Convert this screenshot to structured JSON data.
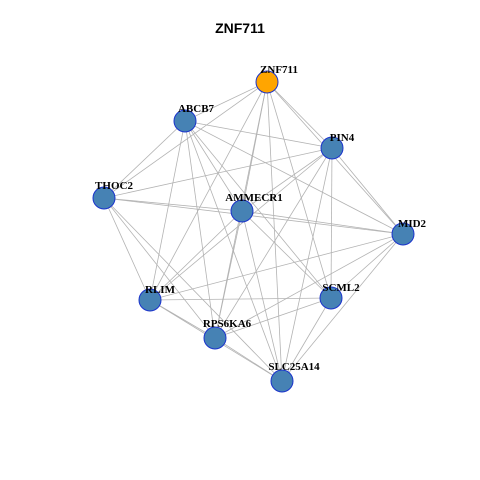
{
  "title": "ZNF711",
  "colors": {
    "focus_node": "#FFA500",
    "node": "#4682B4",
    "node_border": "#1A33CC",
    "edge": "#B3B3B3"
  },
  "nodes": [
    {
      "id": "ZNF711",
      "label": "ZNF711",
      "focus": true
    },
    {
      "id": "ABCB7",
      "label": "ABCB7"
    },
    {
      "id": "PIN4",
      "label": "PIN4"
    },
    {
      "id": "THOC2",
      "label": "THOC2"
    },
    {
      "id": "AMMECR1",
      "label": "AMMECR1"
    },
    {
      "id": "MID2",
      "label": "MID2"
    },
    {
      "id": "RLIM",
      "label": "RLIM"
    },
    {
      "id": "SCML2",
      "label": "SCML2"
    },
    {
      "id": "RPS6KA6",
      "label": "RPS6KA6"
    },
    {
      "id": "SLC25A14",
      "label": "SLC25A14"
    }
  ],
  "edges": [
    [
      "ZNF711",
      "ABCB7"
    ],
    [
      "ZNF711",
      "PIN4"
    ],
    [
      "ZNF711",
      "THOC2"
    ],
    [
      "ZNF711",
      "AMMECR1"
    ],
    [
      "ZNF711",
      "MID2"
    ],
    [
      "ZNF711",
      "RLIM"
    ],
    [
      "ZNF711",
      "SCML2"
    ],
    [
      "ZNF711",
      "RPS6KA6"
    ],
    [
      "ZNF711",
      "SLC25A14"
    ],
    [
      "ABCB7",
      "PIN4"
    ],
    [
      "ABCB7",
      "THOC2"
    ],
    [
      "ABCB7",
      "AMMECR1"
    ],
    [
      "ABCB7",
      "MID2"
    ],
    [
      "ABCB7",
      "RLIM"
    ],
    [
      "ABCB7",
      "SCML2"
    ],
    [
      "ABCB7",
      "RPS6KA6"
    ],
    [
      "ABCB7",
      "SLC25A14"
    ],
    [
      "PIN4",
      "THOC2"
    ],
    [
      "PIN4",
      "AMMECR1"
    ],
    [
      "PIN4",
      "MID2"
    ],
    [
      "PIN4",
      "RLIM"
    ],
    [
      "PIN4",
      "SCML2"
    ],
    [
      "PIN4",
      "RPS6KA6"
    ],
    [
      "PIN4",
      "SLC25A14"
    ],
    [
      "THOC2",
      "AMMECR1"
    ],
    [
      "THOC2",
      "MID2"
    ],
    [
      "THOC2",
      "RLIM"
    ],
    [
      "THOC2",
      "RPS6KA6"
    ],
    [
      "THOC2",
      "SLC25A14"
    ],
    [
      "AMMECR1",
      "MID2"
    ],
    [
      "AMMECR1",
      "RLIM"
    ],
    [
      "AMMECR1",
      "SCML2"
    ],
    [
      "AMMECR1",
      "RPS6KA6"
    ],
    [
      "AMMECR1",
      "SLC25A14"
    ],
    [
      "MID2",
      "RLIM"
    ],
    [
      "MID2",
      "SCML2"
    ],
    [
      "MID2",
      "RPS6KA6"
    ],
    [
      "MID2",
      "SLC25A14"
    ],
    [
      "RLIM",
      "SCML2"
    ],
    [
      "RLIM",
      "RPS6KA6"
    ],
    [
      "RLIM",
      "SLC25A14"
    ],
    [
      "SCML2",
      "RPS6KA6"
    ],
    [
      "SCML2",
      "SLC25A14"
    ],
    [
      "RPS6KA6",
      "SLC25A14"
    ]
  ]
}
